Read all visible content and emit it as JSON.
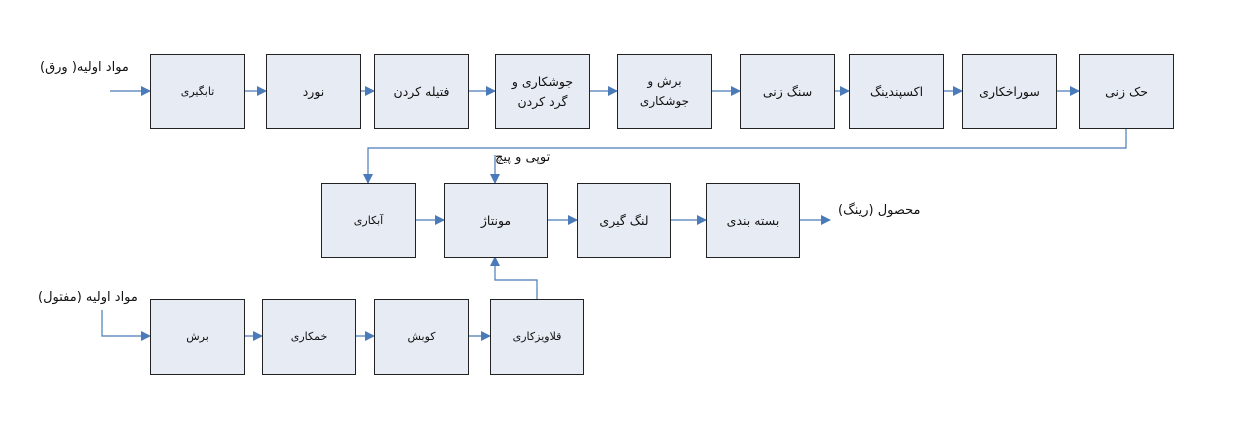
{
  "colors": {
    "box_fill": "#e7ecf4",
    "arrow": "#4a7ab8"
  },
  "inputs": {
    "sheet": "مواد اولیه( ورق)",
    "wire": "مواد اولیه (مفتول)",
    "hub_screw": "توپی و پیچ"
  },
  "output": "محصول (رینگ)",
  "row1": [
    "تابگیری",
    "نورد",
    "فتیله کردن",
    "جوشکاری و گرد کردن",
    "برش و جوشکاری",
    "سنگ زنی",
    "اکسپندینگ",
    "سوراخکاری",
    "حک زنی"
  ],
  "row2": [
    "آبکاری",
    "مونتاژ",
    "لنگ گیری",
    "بسته بندی"
  ],
  "row3": [
    "برش",
    "خمکاری",
    "کوبش",
    "قلاویزکاری"
  ]
}
